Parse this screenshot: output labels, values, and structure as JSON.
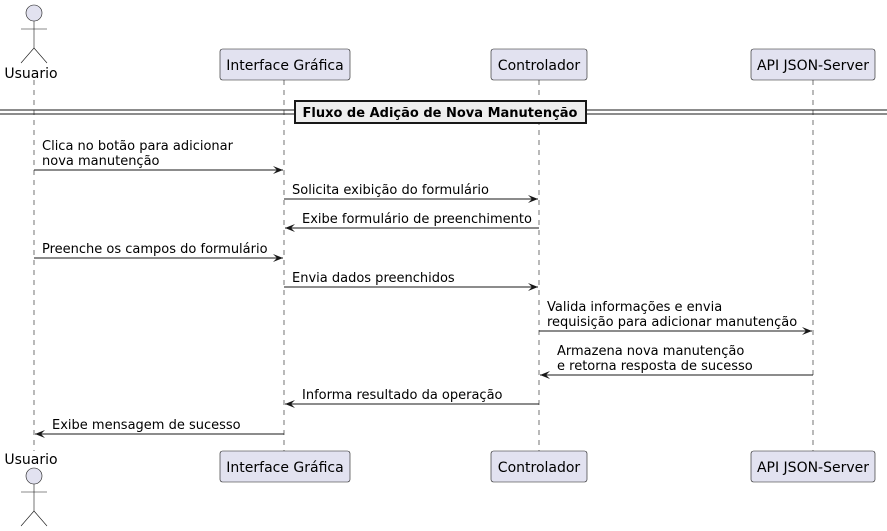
{
  "participants": [
    {
      "id": "usuario",
      "label": "Usuario",
      "kind": "actor"
    },
    {
      "id": "interface",
      "label": "Interface Gráfica",
      "kind": "participant"
    },
    {
      "id": "controlador",
      "label": "Controlador",
      "kind": "participant"
    },
    {
      "id": "api",
      "label": "API JSON-Server",
      "kind": "participant"
    }
  ],
  "divider": {
    "label": "Fluxo de Adição de Nova Manutenção"
  },
  "messages": [
    {
      "from": "usuario",
      "to": "interface",
      "lines": [
        "Clica no botão para adicionar",
        "nova manutenção"
      ]
    },
    {
      "from": "interface",
      "to": "controlador",
      "lines": [
        "Solicita exibição do formulário"
      ]
    },
    {
      "from": "controlador",
      "to": "interface",
      "lines": [
        "Exibe formulário de preenchimento"
      ]
    },
    {
      "from": "usuario",
      "to": "interface",
      "lines": [
        "Preenche os campos do formulário"
      ]
    },
    {
      "from": "interface",
      "to": "controlador",
      "lines": [
        "Envia dados preenchidos"
      ]
    },
    {
      "from": "controlador",
      "to": "api",
      "lines": [
        "Valida informações e envia",
        "requisição para adicionar manutenção"
      ]
    },
    {
      "from": "api",
      "to": "controlador",
      "lines": [
        "Armazena nova manutenção",
        " e retorna resposta de sucesso"
      ]
    },
    {
      "from": "controlador",
      "to": "interface",
      "lines": [
        "Informa resultado da operação"
      ]
    },
    {
      "from": "interface",
      "to": "usuario",
      "lines": [
        "Exibe mensagem de sucesso"
      ]
    }
  ],
  "colors": {
    "participant_fill": "#e2e2f0",
    "participant_border": "#181818",
    "lifeline": "#181818",
    "divider_fill": "#eeeeee"
  }
}
